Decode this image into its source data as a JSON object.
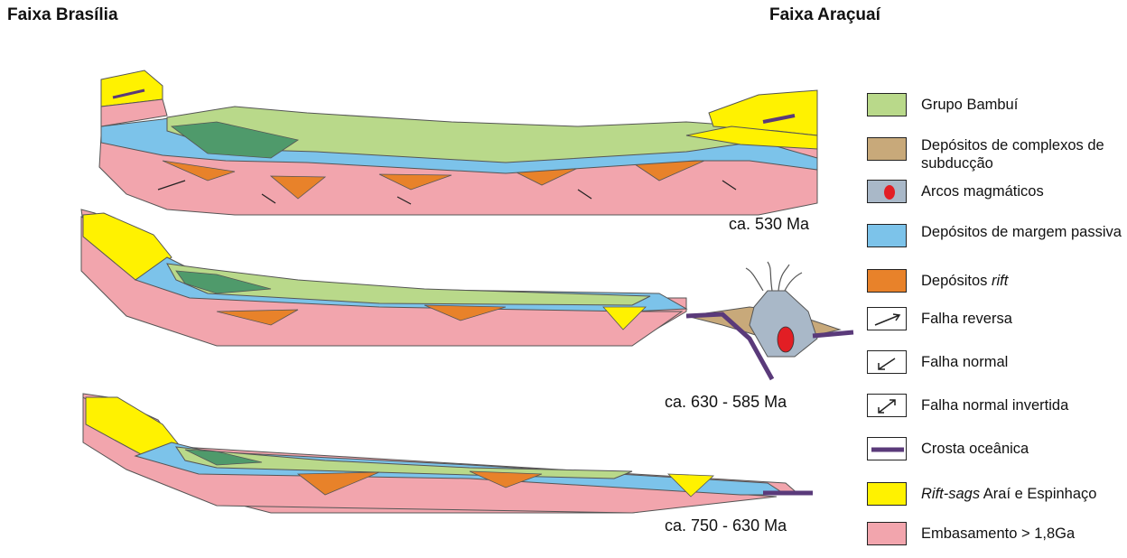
{
  "headers": {
    "left": "Faixa Brasília",
    "right": "Faixa Araçuaí"
  },
  "sections": [
    {
      "age": "ca. 530 Ma"
    },
    {
      "age": "ca. 630 - 585 Ma"
    },
    {
      "age": "ca. 750 - 630 Ma"
    }
  ],
  "legend": [
    {
      "key": "bambui",
      "label": "Grupo Bambuí",
      "color": "#b9d98a"
    },
    {
      "key": "subduction",
      "label": "Depósitos de complexos de subducção",
      "color": "#c8a97a"
    },
    {
      "key": "arcs",
      "label": "Arcos magmáticos",
      "color": "#a9b8c8"
    },
    {
      "key": "passive",
      "label": "Depósitos de margem passiva",
      "color": "#7cc3ea"
    },
    {
      "key": "rift",
      "label_main": "Depósitos ",
      "label_em": "rift",
      "color": "#e8822a"
    },
    {
      "key": "reverse",
      "label": "Falha reversa"
    },
    {
      "key": "normal",
      "label": "Falha normal"
    },
    {
      "key": "inverted",
      "label": "Falha normal invertida"
    },
    {
      "key": "oceanic",
      "label": "Crosta oceânica",
      "color": "#5a3a7a"
    },
    {
      "key": "riftsags",
      "label_em": "Rift-sags",
      "label_main": " Araí e Espinhaço",
      "color": "#fff200"
    },
    {
      "key": "basement",
      "label": "Embasamento > 1,8Ga",
      "color": "#f2a5ad"
    }
  ]
}
